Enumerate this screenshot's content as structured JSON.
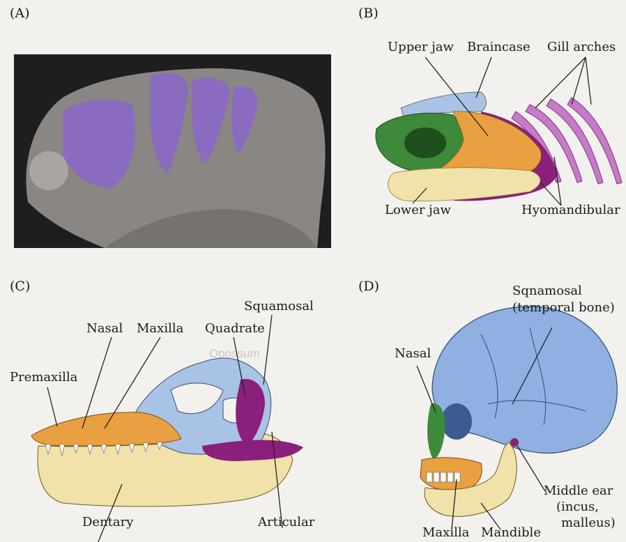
{
  "panels": {
    "A": {
      "label": "(A)"
    },
    "B": {
      "label": "(B)",
      "labels": {
        "upper_jaw": "Upper jaw",
        "braincase": "Braincase",
        "gill_arches": "Gill arches",
        "lower_jaw": "Lower jaw",
        "hyomandibular": "Hyomandibular"
      }
    },
    "C": {
      "label": "(C)",
      "labels": {
        "squamosal": "Squamosal",
        "nasal": "Nasal",
        "maxilla": "Maxilla",
        "quadrate": "Quadrate",
        "premaxilla": "Premaxilla",
        "dentary": "Dentary",
        "articular": "Articular"
      }
    },
    "D": {
      "label": "(D)",
      "labels": {
        "squamosal_line1": "Sqnamosal",
        "squamosal_line2": "(temporal bone)",
        "nasal": "Nasal",
        "middle_ear_line1": "Middle ear",
        "middle_ear_line2": "(incus,",
        "middle_ear_line3": "malleus)",
        "maxilla": "Maxilla",
        "mandible": "Mandible"
      }
    }
  },
  "colors": {
    "gill_arch": "#b85fb8",
    "hyomandibular": "#8a1f7c",
    "upper_jaw": "#e8a040",
    "lower_jaw": "#f0e2a8",
    "braincase": "#a9c3e6",
    "green_part": "#3d8a3a",
    "skull_blue": "#8fb0e0",
    "squamosal": "#8a1f7c"
  }
}
